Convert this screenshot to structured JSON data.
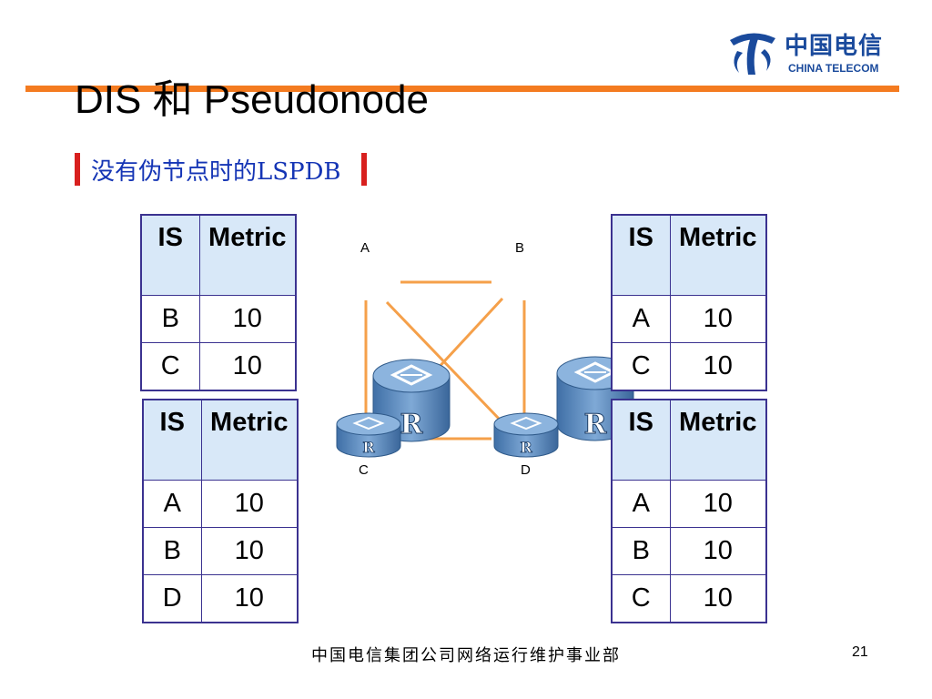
{
  "brand": {
    "name_cn": "中国电信",
    "name_en": "CHINA TELECOM",
    "color": "#1a4a9c",
    "accent": "#f47b20"
  },
  "slide": {
    "title": "DIS 和 Pseudonode",
    "subtitle": "没有伪节点时的LSPDB",
    "footer": "中国电信集团公司网络运行维护事业部",
    "page_number": "21"
  },
  "tables": {
    "a": {
      "headers": [
        "IS",
        "Metric"
      ],
      "rows": [
        [
          "B",
          "10"
        ],
        [
          "C",
          "10"
        ]
      ]
    },
    "b": {
      "headers": [
        "IS",
        "Metric"
      ],
      "rows": [
        [
          "A",
          "10"
        ],
        [
          "C",
          "10"
        ]
      ]
    },
    "c": {
      "headers": [
        "IS",
        "Metric"
      ],
      "rows": [
        [
          "A",
          "10"
        ],
        [
          "B",
          "10"
        ],
        [
          "D",
          "10"
        ]
      ]
    },
    "d": {
      "headers": [
        "IS",
        "Metric"
      ],
      "rows": [
        [
          "A",
          "10"
        ],
        [
          "B",
          "10"
        ],
        [
          "C",
          "10"
        ]
      ]
    }
  },
  "diagram": {
    "routers": [
      {
        "id": "A",
        "label": "A",
        "glyph": "R"
      },
      {
        "id": "B",
        "label": "B",
        "glyph": "R"
      },
      {
        "id": "C",
        "label": "C",
        "glyph": "R"
      },
      {
        "id": "D",
        "label": "D",
        "glyph": "R"
      }
    ],
    "link_color": "#f5a04a",
    "router_color": "#5b8ec4"
  }
}
